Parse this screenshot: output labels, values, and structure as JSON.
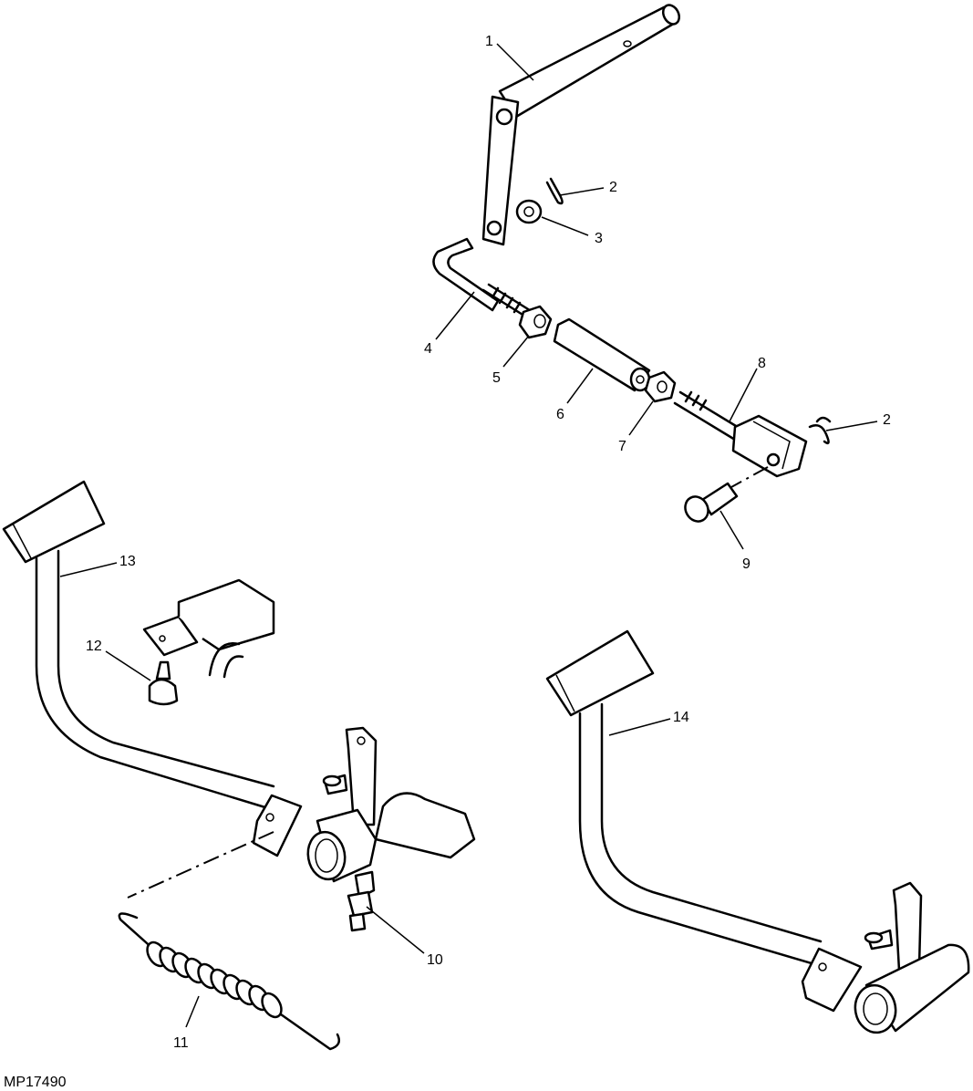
{
  "figure_id": "MP17490",
  "callouts": [
    {
      "label": "1"
    },
    {
      "label": "2"
    },
    {
      "label": "3"
    },
    {
      "label": "4"
    },
    {
      "label": "5"
    },
    {
      "label": "6"
    },
    {
      "label": "7"
    },
    {
      "label": "8"
    },
    {
      "label": "2"
    },
    {
      "label": "9"
    },
    {
      "label": "10"
    },
    {
      "label": "11"
    },
    {
      "label": "12"
    },
    {
      "label": "13"
    },
    {
      "label": "14"
    }
  ]
}
